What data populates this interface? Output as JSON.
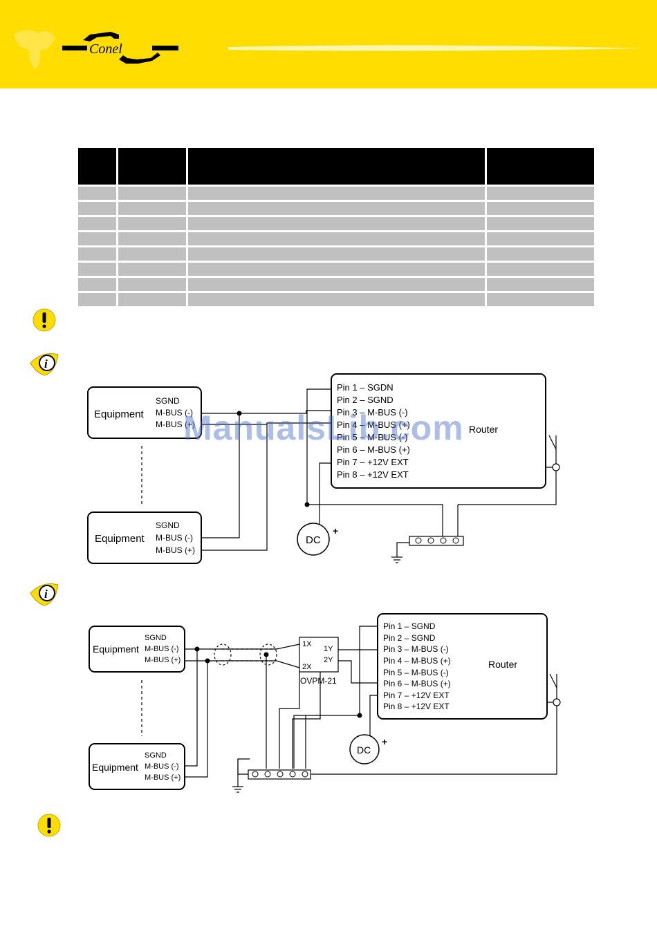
{
  "header": {
    "logo_text": "Conel",
    "brand_color": "#ffdd00"
  },
  "watermark": "ManualsLib.com",
  "table": {
    "headers": [
      "",
      "",
      "",
      ""
    ],
    "rows": [
      [
        "",
        "",
        "",
        ""
      ],
      [
        "",
        "",
        "",
        ""
      ],
      [
        "",
        "",
        "",
        ""
      ],
      [
        "",
        "",
        "",
        ""
      ],
      [
        "",
        "",
        "",
        ""
      ],
      [
        "",
        "",
        "",
        ""
      ],
      [
        "",
        "",
        "",
        ""
      ],
      [
        "",
        "",
        "",
        ""
      ]
    ]
  },
  "icons": {
    "warning_top": "warning-icon",
    "info_1": "info-icon",
    "info_2": "info-icon",
    "warning_bottom": "warning-icon"
  },
  "diagram1": {
    "equipment_top": {
      "label": "Equipment",
      "p1": "SGND",
      "p2": "M-BUS (-)",
      "p3": "M-BUS (+)"
    },
    "equipment_bottom": {
      "label": "Equipment",
      "p1": "SGND",
      "p2": "M-BUS (-)",
      "p3": "M-BUS (+)"
    },
    "router": {
      "label": "Router",
      "pins": [
        "Pin 1 – SGDN",
        "Pin 2 – SGND",
        "Pin 3 – M-BUS (-)",
        "Pin 4 – M-BUS (+)",
        "Pin 5 – M-BUS (-)",
        "Pin 6 – M-BUS (+)",
        "Pin 7 – +12V EXT",
        "Pin 8 – +12V EXT"
      ]
    },
    "dc": "DC",
    "plus": "+"
  },
  "diagram2": {
    "equipment_top": {
      "label": "Equipment",
      "p1": "SGND",
      "p2": "M-BUS (-)",
      "p3": "M-BUS (+)"
    },
    "equipment_bottom": {
      "label": "Equipment",
      "p1": "SGND",
      "p2": "M-BUS (-)",
      "p3": "M-BUS (+)"
    },
    "ovpm": {
      "label": "OVPM-21",
      "in1": "1X",
      "in2": "2X",
      "out1": "1Y",
      "out2": "2Y"
    },
    "router": {
      "label": "Router",
      "pins": [
        "Pin 1 – SGND",
        "Pin 2 – SGND",
        "Pin 3 – M-BUS (-)",
        "Pin 4 – M-BUS (+)",
        "Pin 5 – M-BUS (-)",
        "Pin 6 – M-BUS (+)",
        "Pin 7 – +12V EXT",
        "Pin 8 – +12V EXT"
      ]
    },
    "dc": "DC",
    "plus": "+"
  }
}
